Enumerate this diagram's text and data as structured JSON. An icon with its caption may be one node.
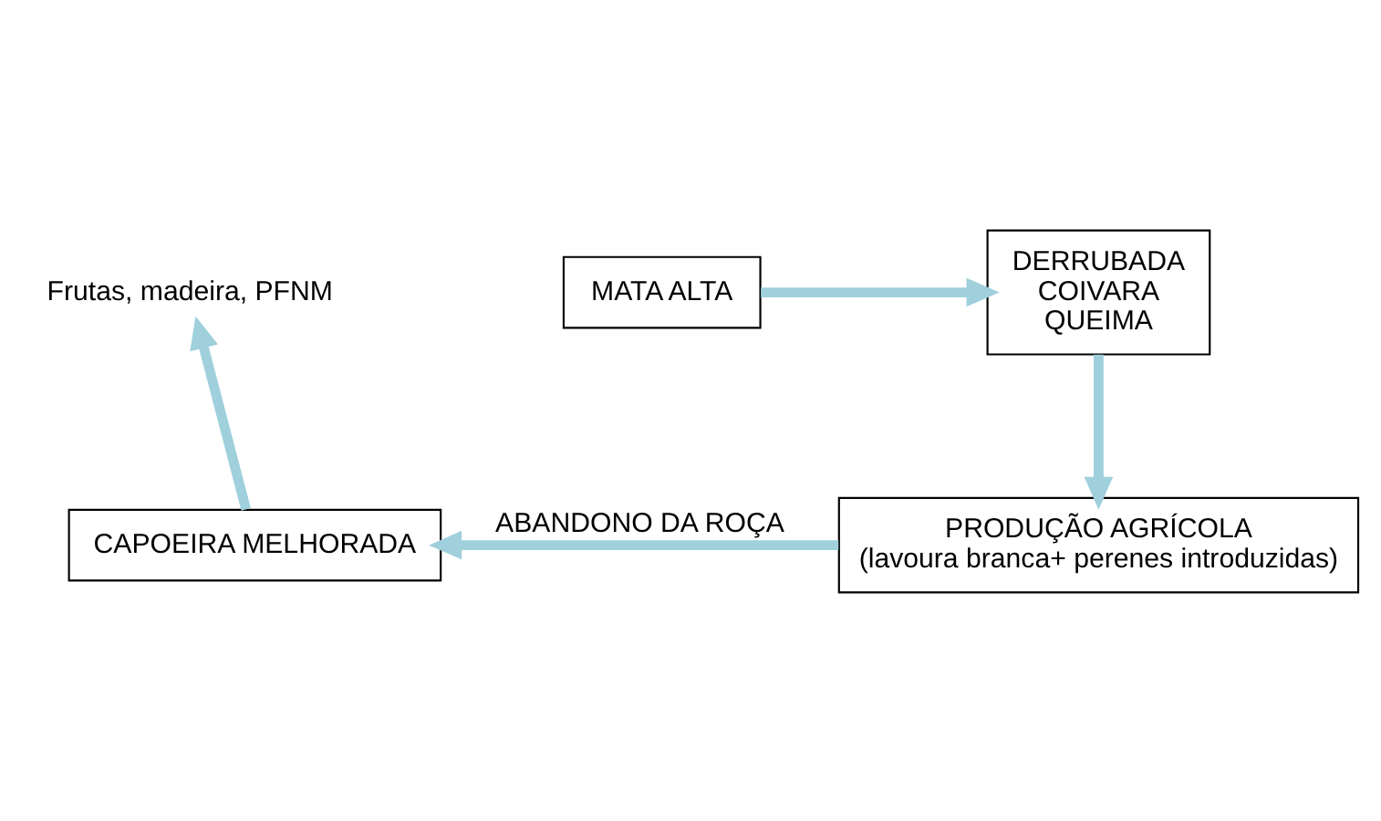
{
  "diagram": {
    "nodes": [
      {
        "text": [
          "MATA ALTA"
        ]
      },
      {
        "text": [
          "DERRUBADA",
          "COIVARA",
          "QUEIMA"
        ]
      },
      {
        "text": [
          "PRODUÇÃO AGRÍCOLA",
          "(lavoura branca+ perenes introduzidas)"
        ]
      },
      {
        "text": [
          "CAPOEIRA MELHORADA"
        ]
      },
      {
        "text": [
          "Frutas, madeira, PFNM"
        ]
      }
    ],
    "edges": [
      {
        "from": 0,
        "to": 1,
        "arrow": "to"
      },
      {
        "from": 1,
        "to": 2,
        "arrow": "to"
      },
      {
        "from": 2,
        "to": 3,
        "arrow": "to",
        "label": "ABANDONO DA ROÇA"
      },
      {
        "from": 3,
        "to": 4,
        "arrow": "to"
      }
    ]
  }
}
